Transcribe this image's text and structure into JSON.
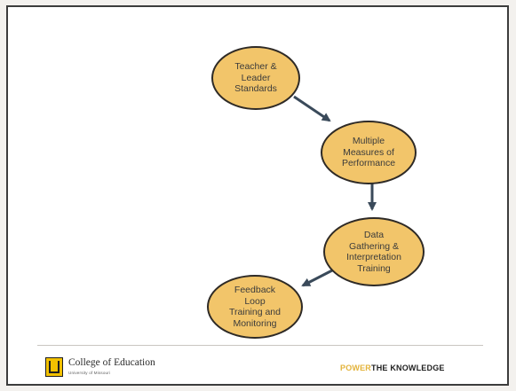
{
  "diagram": {
    "nodes": [
      {
        "id": "n1",
        "label": "Teacher &\nLeader\nStandards"
      },
      {
        "id": "n2",
        "label": "Multiple\nMeasures of\nPerformance"
      },
      {
        "id": "n3",
        "label": "Data\nGathering &\nInterpretation\nTraining"
      },
      {
        "id": "n4",
        "label": "Feedback\nLoop\nTraining and\nMonitoring"
      }
    ],
    "edges": [
      {
        "from": "n1",
        "to": "n2"
      },
      {
        "from": "n2",
        "to": "n3"
      },
      {
        "from": "n3",
        "to": "n4"
      }
    ]
  },
  "footer": {
    "college": "College of Education",
    "university": "University of Missouri",
    "tagline_part1": "POWER",
    "tagline_part2": "THE KNOWLEDGE"
  },
  "colors": {
    "node_fill": "#f2c56a",
    "node_border": "#2e2a26",
    "arrow": "#3a4a5a",
    "accent_gold": "#e3b33a"
  }
}
